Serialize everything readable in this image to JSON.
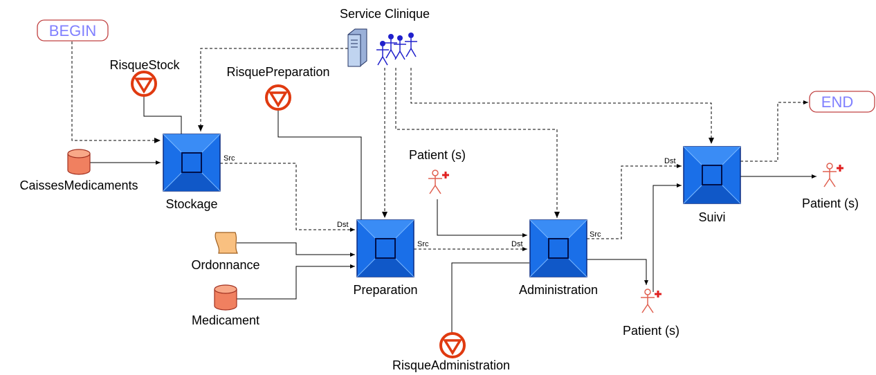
{
  "terminals": {
    "begin": "BEGIN",
    "end": "END"
  },
  "activities": {
    "stockage": "Stockage",
    "preparation": "Preparation",
    "administration": "Administration",
    "suivi": "Suivi"
  },
  "risks": {
    "stock": "RisqueStock",
    "preparation": "RisquePreparation",
    "administration": "RisqueAdministration"
  },
  "resources": {
    "caisses": "CaissesMedicaments",
    "ordonnance": "Ordonnance",
    "medicament": "Medicament"
  },
  "actors": {
    "service": "Service Clinique",
    "patient_top": "Patient (s)",
    "patient_bottom": "Patient (s)",
    "patient_right": "Patient (s)"
  },
  "ports": {
    "stockage_src": "Src",
    "preparation_dst": "Dst",
    "preparation_src": "Src",
    "administration_dst": "Dst",
    "administration_src": "Src",
    "suivi_dst": "Dst"
  },
  "colors": {
    "activity": "#1a6fe8",
    "risk": "#e03a10",
    "resource": "#f08060",
    "document": "#f9c080",
    "actor_blue": "#2020cc",
    "patient": "#e06050",
    "terminal_text": "#8080ff",
    "terminal_border": "#c04040"
  }
}
